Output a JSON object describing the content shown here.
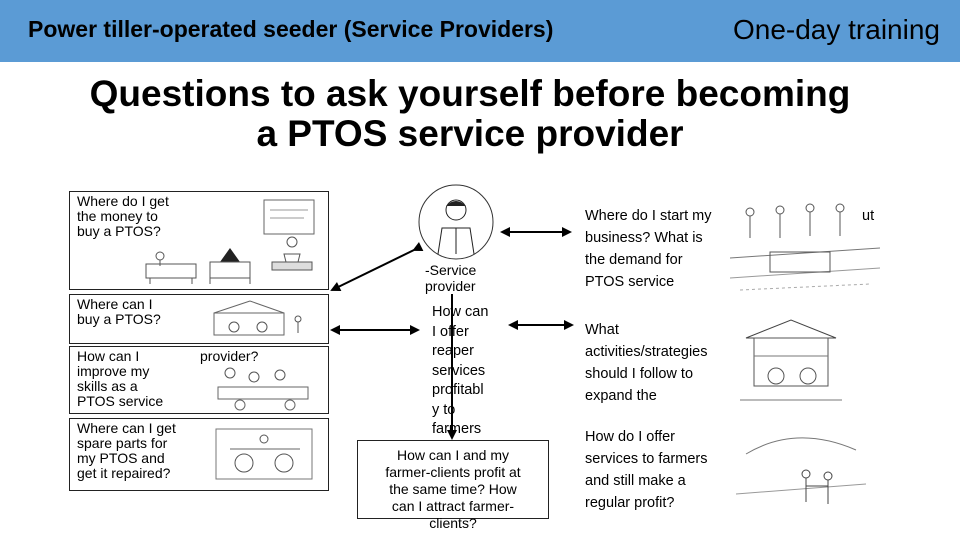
{
  "header": {
    "course_title": "Power tiller-operated seeder (Service Providers)",
    "session": "One-day training",
    "bar_color": "#5b9bd5"
  },
  "slide": {
    "title_line1": "Questions to ask yourself before becoming",
    "title_line2": "a PTOS service provider"
  },
  "left_questions": [
    {
      "lines": [
        "Where do I get",
        "the money to",
        "buy a PTOS?"
      ]
    },
    {
      "lines": [
        "Where can I",
        "buy a PTOS?"
      ]
    },
    {
      "lines": [
        "How can I",
        "improve my",
        "skills as a",
        "PTOS service"
      ],
      "overflow": "provider?"
    },
    {
      "lines": [
        "Where can I get",
        "spare parts for",
        "my PTOS and",
        "get it repaired?"
      ]
    }
  ],
  "center": {
    "person_label_lines": [
      "-Service",
      "provider"
    ],
    "question_lines": [
      "How can",
      "I offer",
      "reaper",
      "services",
      "profitabl",
      "y to",
      "farmers",
      "?"
    ],
    "box_lines": [
      "How can I and my",
      "farmer-clients profit at",
      "the same time? How",
      "can I attract farmer-",
      "clients?"
    ]
  },
  "right_questions": [
    {
      "lines": [
        "Where do I start my",
        "business? What is",
        "the demand for",
        "PTOS service"
      ],
      "overflow": "ut"
    },
    {
      "lines": [
        "What",
        "activities/strategies",
        "should I follow to",
        "expand the"
      ]
    },
    {
      "lines": [
        "How do I offer",
        "services to farmers",
        "and still make a",
        "regular profit?"
      ]
    }
  ]
}
